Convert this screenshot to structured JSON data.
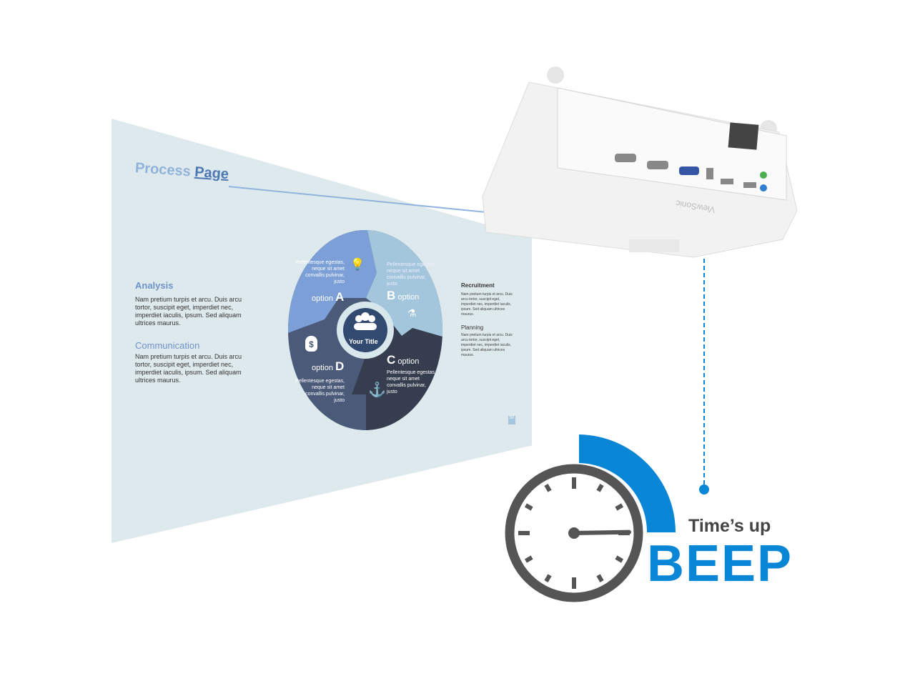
{
  "slide": {
    "title_part1": "Process",
    "title_part2": "Page",
    "sections": [
      {
        "heading": "Analysis",
        "body": "Nam pretium turpis et arcu. Duis arcu tortor, suscipit eget, imperdiet nec, imperdiet iaculis, ipsum. Sed aliquam ultrices maurus."
      },
      {
        "heading": "Communication",
        "body": "Nam pretium turpis et arcu. Duis arcu tortor, suscipit eget, imperdiet nec, imperdiet iaculis, ipsum. Sed aliquam ultrices maurus."
      }
    ],
    "right_sections": [
      {
        "heading": "Recruitment",
        "body": "Nam pretium turpis et arcu. Duis arcu tortor, suscipit eget, imperdiet nec, imperdiet iaculis, ipsum. Sed aliquam ultrices maurus."
      },
      {
        "heading": "Planning",
        "body": "Nam pretium turpis et arcu. Duis arcu tortor, suscipit eget, imperdiet nec, imperdiet iaculis, ipsum. Sed aliquam ultrices maurus."
      }
    ],
    "diagram": {
      "center": "Your Title",
      "option_word": "option",
      "segments": [
        {
          "letter": "A",
          "text": "Pellentesque egestas, neque sit amet convallis pulvinar, justo",
          "color": "#7b9fd6",
          "icon": "lightbulb-icon"
        },
        {
          "letter": "B",
          "text": "Pellentesque egestas, neque sit amet convallis pulvinar, justo",
          "color": "#a3c6dd",
          "icon": "flask-icon"
        },
        {
          "letter": "C",
          "text": "Pellentesque egestas, neque sit amet convallis pulvinar, justo",
          "color": "#363d4f",
          "icon": "anchor-icon"
        },
        {
          "letter": "D",
          "text": "Pellentesque egestas, neque sit amet convallis pulvinar, justo",
          "color": "#4a5a78",
          "icon": "money-bag-icon"
        }
      ]
    },
    "page_number": "50"
  },
  "projector": {
    "brand": "ViewSonic"
  },
  "timer": {
    "caption": "Time’s up",
    "beep": "BEEP",
    "accent": "#0a86d6"
  }
}
